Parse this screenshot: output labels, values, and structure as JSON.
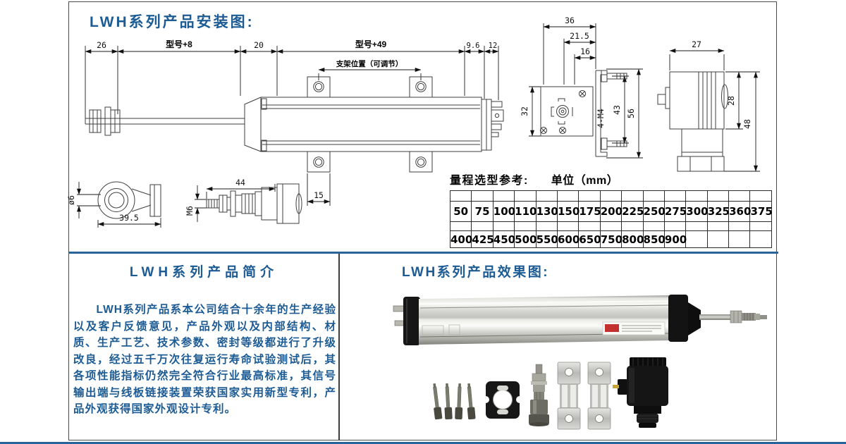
{
  "colors": {
    "accent": "#1d5b94",
    "divider": "#2a6496",
    "frame_border": "#4b4b4b",
    "table_border": "#2b2b2b",
    "line": "#3f3f3f"
  },
  "install": {
    "title": "LWH系列产品安装图:",
    "dims": {
      "d26": "26",
      "model_plus8": "型号+8",
      "d20": "20",
      "model_plus49": "型号+49",
      "d9_6": "9.6",
      "d12": "12",
      "bracket_pos": "支架位置（可调节）",
      "d15": "15",
      "d36": "36",
      "d21_5": "21.5",
      "d16": "16",
      "d32": "32",
      "m4": "4-M4",
      "d43": "43",
      "d56": "56",
      "d27": "27",
      "d28": "28",
      "d48": "48",
      "dia6": "ø6",
      "d39_5": "39.5",
      "m6": "M6",
      "d44": "44"
    }
  },
  "range_table": {
    "title": "量程选型参考:",
    "unit": "单位（mm）",
    "row1": [
      "50",
      "75",
      "100",
      "110",
      "130",
      "150",
      "175",
      "200",
      "225",
      "250",
      "275",
      "300",
      "325",
      "360",
      "375"
    ],
    "row2": [
      "400",
      "425",
      "450",
      "500",
      "550",
      "600",
      "650",
      "750",
      "800",
      "850",
      "900",
      "",
      "",
      "",
      ""
    ]
  },
  "intro": {
    "title": "LWH系列产品简介",
    "body": "LWH系列产品系本公司结合十余年的生产经验以及客户反馈意见，产品外观以及内部结构、材质、生产工艺、技术参数、密封等级都进行了升级改良，经过五千万次往复运行寿命试验测试后，其各项性能指标仍然完全符合行业最高标准，其信号输出端与线板链接装置荣获国家实用新型专利，产品外观获得国家外观设计专利。"
  },
  "gallery": {
    "title": "LWH系列产品效果图:"
  }
}
